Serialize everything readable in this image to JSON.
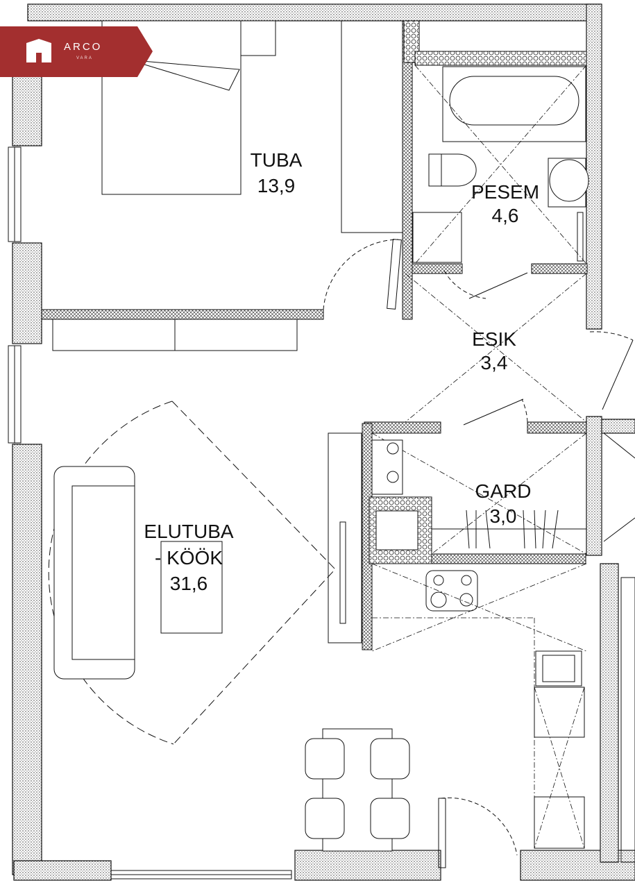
{
  "brand": {
    "name": "ARCO",
    "sub": "VARA",
    "color": "#a32f2f"
  },
  "rooms": [
    {
      "id": "tuba",
      "name": "TUBA",
      "area": "13,9"
    },
    {
      "id": "pesem",
      "name": "PESEM",
      "area": "4,6"
    },
    {
      "id": "esik",
      "name": "ESIK",
      "area": "3,4"
    },
    {
      "id": "gard",
      "name": "GARD",
      "area": "3,0"
    },
    {
      "id": "elutuba",
      "name_line1": "ELUTUBA",
      "name_line2": "- KÖÖK",
      "area": "31,6"
    }
  ],
  "colors": {
    "wall_line": "#111111",
    "background": "#ffffff"
  }
}
